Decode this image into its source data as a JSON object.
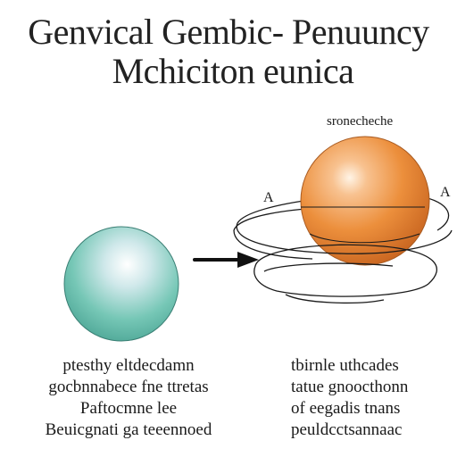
{
  "header": {
    "title_line_1": "Genvical Gembic- Penuuncy",
    "title_line_2": "Mchiciton eunica"
  },
  "diagram": {
    "sphere_label": "sronecheche",
    "marker_left": "A",
    "marker_right": "A",
    "colors": {
      "orange_sphere": "#e8893a",
      "teal_sphere": "#6fc4b0",
      "arrow": "#111111",
      "orbit_lines": "#1a1a1a"
    }
  },
  "captions": {
    "left": [
      "ptesthy eltdecdamn",
      "gocbnnabece fne ttretas",
      "Paftocmne lee",
      "Beuicgnati ga teeennoed"
    ],
    "right": [
      "tbirnle uthcades",
      "tatue gnoocthonn",
      "of eegadis tnans",
      "peuldcctsannaac"
    ]
  }
}
